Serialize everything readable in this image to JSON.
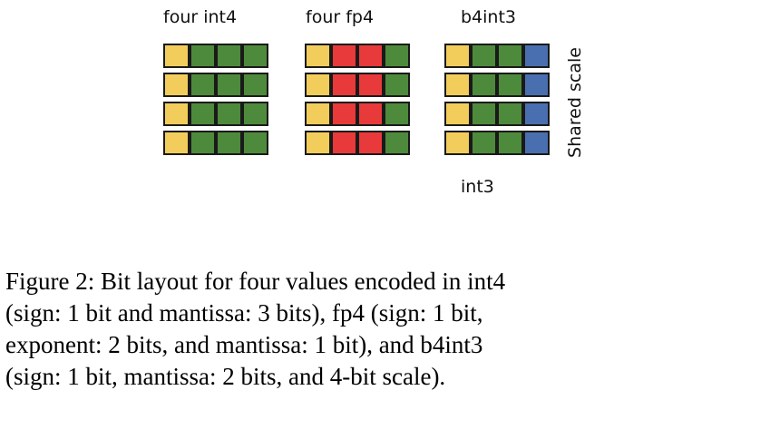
{
  "figure": {
    "labels": {
      "int4": "four int4",
      "fp4": "four fp4",
      "b4int3": "b4int3",
      "int3": "int3",
      "shared_scale": "Shared scale"
    },
    "colors": {
      "sign": "#F2CD5C",
      "mantissa": "#4E8A3B",
      "exponent": "#E83A3A",
      "scale": "#4A6FB0"
    },
    "layouts": {
      "int4": [
        "sign",
        "mantissa",
        "mantissa",
        "mantissa"
      ],
      "fp4": [
        "sign",
        "exponent",
        "exponent",
        "mantissa"
      ],
      "b4int3": [
        "sign",
        "mantissa",
        "mantissa",
        "scale"
      ]
    },
    "rows": 4
  },
  "caption": {
    "lines": [
      "Figure 2: Bit layout for four values encoded in int4",
      "(sign: 1 bit and mantissa: 3 bits), fp4 (sign: 1 bit,",
      "exponent: 2 bits, and mantissa: 1 bit), and b4int3",
      "(sign: 1 bit, mantissa: 2 bits, and 4-bit scale)."
    ]
  }
}
